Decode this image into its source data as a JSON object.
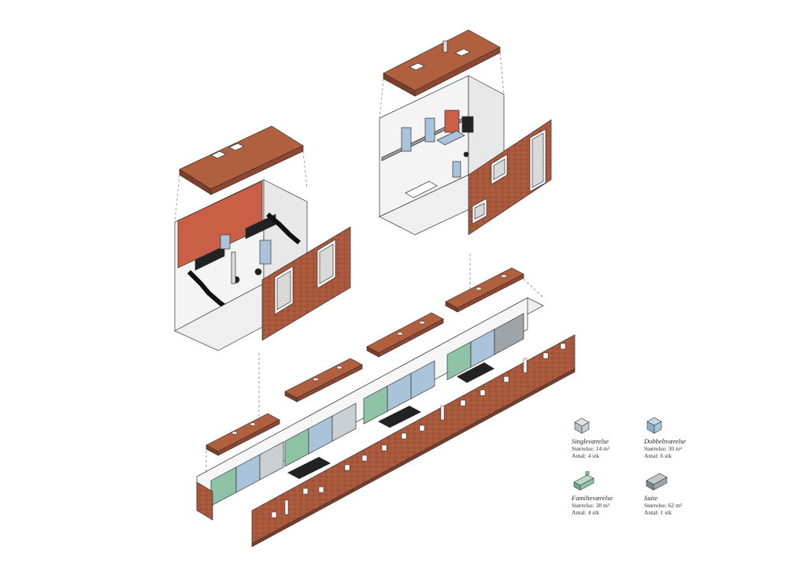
{
  "colors": {
    "facade": "#a8583c",
    "facade_dark": "#7e3d27",
    "roof": "#b0603f",
    "interior_wall": "#f2f2f2",
    "accent_red": "#c95f45",
    "single": "#c9cfd3",
    "double": "#a9c4da",
    "family": "#8fc3a8",
    "suite": "#9ea4a8",
    "line": "#333333"
  },
  "legend": {
    "items": [
      {
        "name": "Singleværelse",
        "size": "Størrelse: 14 m²",
        "count": "Antal: 4 stk",
        "color": "#c9cfd3",
        "icon": "single-room-block-icon"
      },
      {
        "name": "Dobbeltværelse",
        "size": "Størrelse: 30 m²",
        "count": "Antal: 6 stk",
        "color": "#a9c4da",
        "icon": "double-room-block-icon"
      },
      {
        "name": "Familieværelse",
        "size": "Størrelse:  38  m²",
        "count": "Antal: 4 stk",
        "color": "#8fc3a8",
        "icon": "family-room-block-icon"
      },
      {
        "name": "Suite",
        "size": "Størrelse: 62 m²",
        "count": "Antal: 1 stk",
        "color": "#9ea4a8",
        "icon": "suite-block-icon"
      }
    ]
  }
}
